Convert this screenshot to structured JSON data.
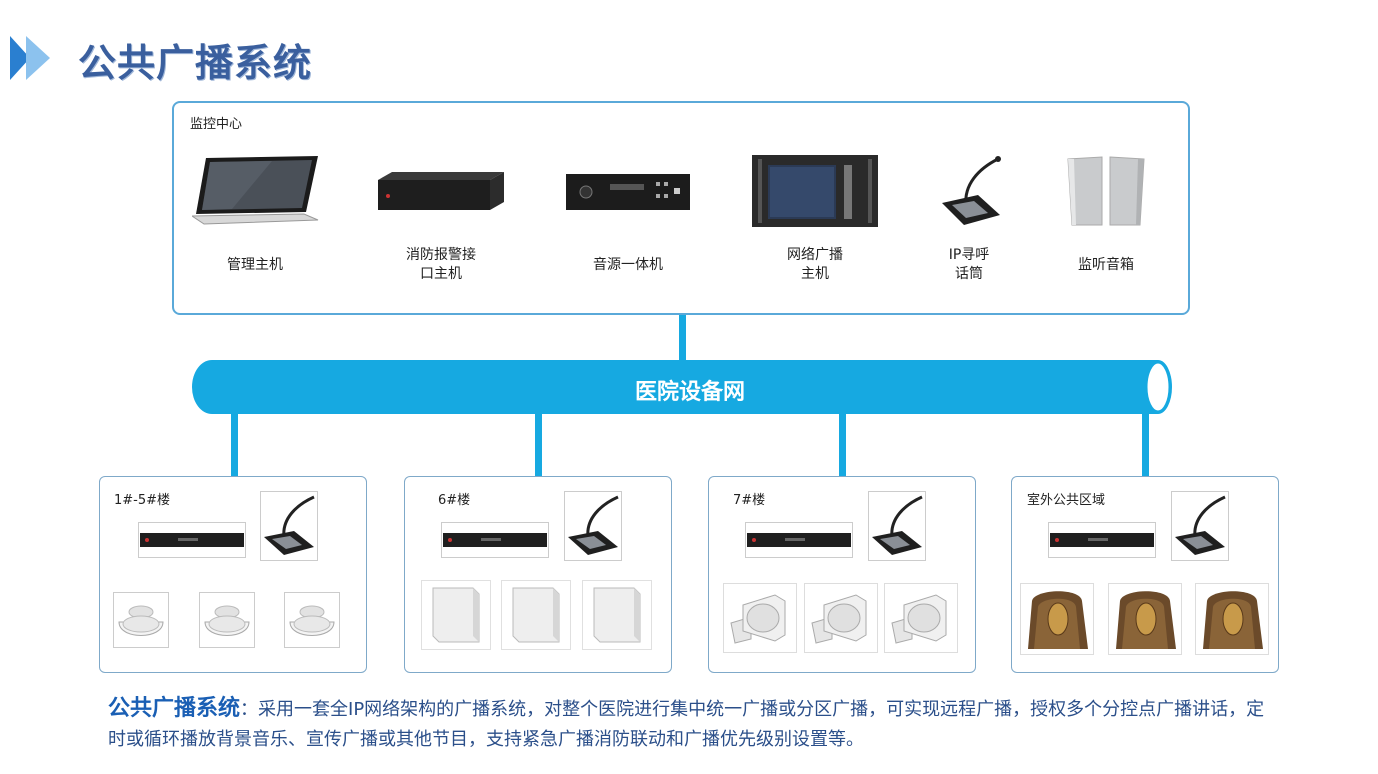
{
  "header": {
    "title": "公共广播系统"
  },
  "control_center": {
    "label": "监控中心",
    "devices": [
      {
        "line1": "管理主机",
        "line2": ""
      },
      {
        "line1": "消防报警接",
        "line2": "口主机"
      },
      {
        "line1": "音源一体机",
        "line2": ""
      },
      {
        "line1": "网络广播",
        "line2": "主机"
      },
      {
        "line1": "IP寻呼",
        "line2": "话筒"
      },
      {
        "line1": "监听音箱",
        "line2": ""
      }
    ]
  },
  "network": {
    "label": "医院设备网"
  },
  "buildings": [
    {
      "label": "1#-5#楼",
      "speaker_type": "ceiling-speaker"
    },
    {
      "label": "6#楼",
      "speaker_type": "wall-speaker"
    },
    {
      "label": "7#楼",
      "speaker_type": "horn-speaker"
    },
    {
      "label": "室外公共区域",
      "speaker_type": "lawn-speaker"
    }
  ],
  "description": {
    "title": "公共广播系统",
    "body": "：采用一套全IP网络架构的广播系统，对整个医院进行集中统一广播或分区广播，可实现远程广播，授权多个分控点广播讲话，定时或循环播放背景音乐、宣传广播或其他节目，支持紧急广播消防联动和广播优先级别设置等。"
  },
  "colors": {
    "accent": "#16a9e1",
    "title": "#3a5f9e",
    "border": "#5aa9d9"
  }
}
